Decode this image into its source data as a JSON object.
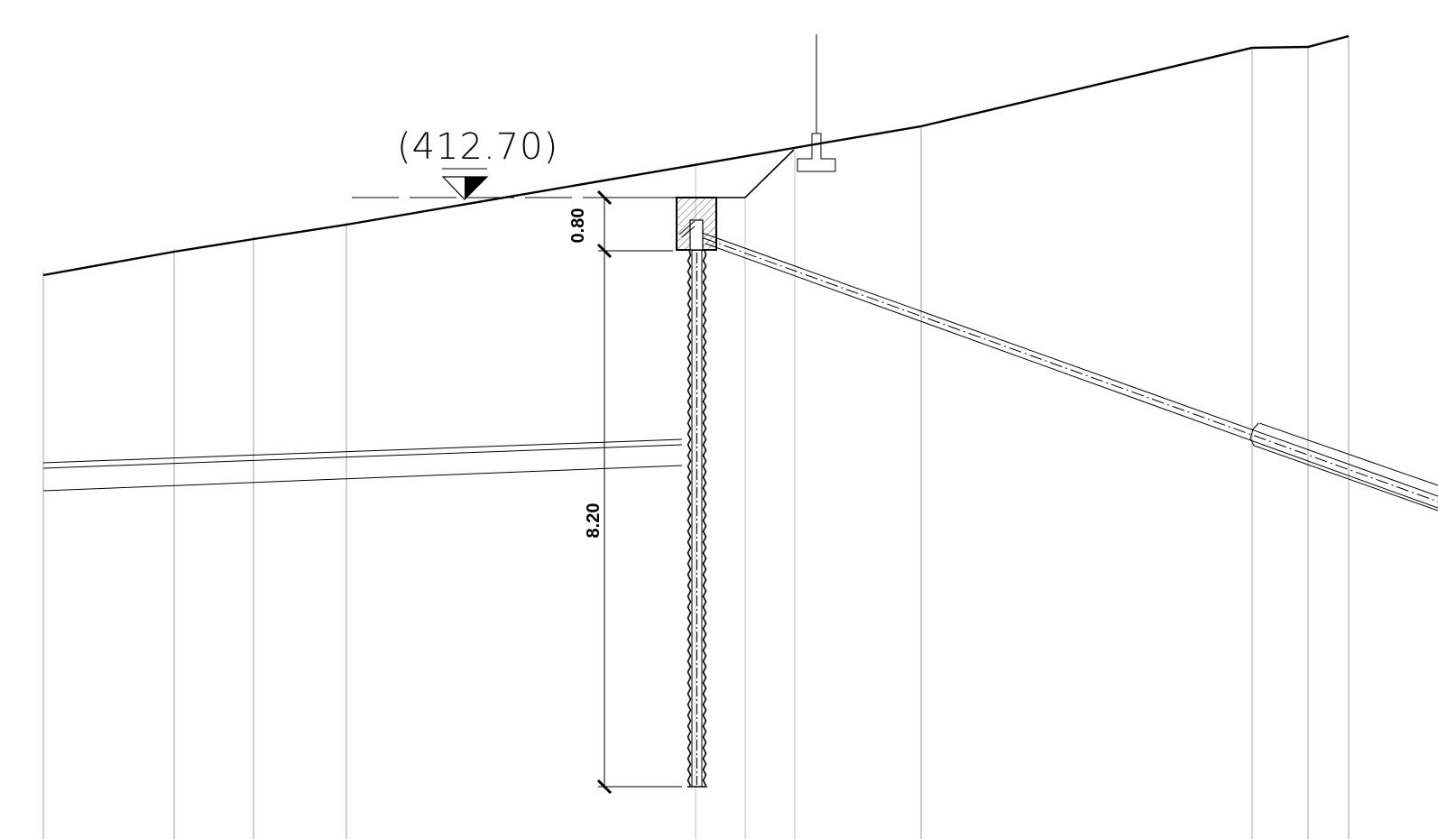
{
  "elevation": {
    "label": "(412.70)"
  },
  "dimensions": {
    "top": "0.80",
    "bottom": "8.20"
  },
  "colors": {
    "line": "#000000",
    "grid": "#8a8a8a",
    "hatch": "#555555"
  }
}
